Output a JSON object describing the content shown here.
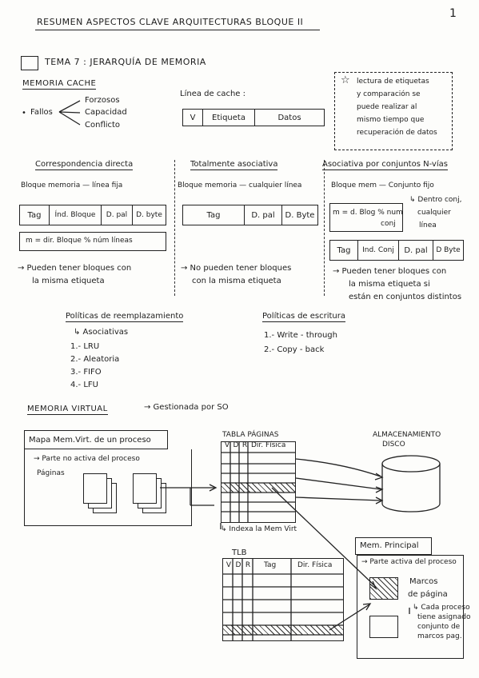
{
  "header": {
    "title": "RESUMEN ASPECTOS CLAVE ARQUITECTURAS BLOQUE II",
    "page_number": "1"
  },
  "tema": {
    "title": "TEMA 7 : JERARQUÍA DE MEMORIA"
  },
  "cache": {
    "heading": "MEMORIA CACHE",
    "fallos_label": "Fallos",
    "fallos": [
      "Forzosos",
      "Capacidad",
      "Conflicto"
    ],
    "linea_label": "Línea de cache :",
    "linea_fields": [
      "V",
      "Etiqueta",
      "Datos"
    ]
  },
  "note": {
    "star": "☆",
    "lines": [
      "lectura de etiquetas",
      "y comparación se",
      "puede realizar al",
      "mismo tiempo que",
      "recuperación de datos"
    ]
  },
  "columns": {
    "directa": {
      "heading": "Correspondencia directa",
      "mapping": "Bloque memoria — línea fija",
      "fields": [
        "Tag",
        "Índ. Bloque",
        "D. pal",
        "D. byte"
      ],
      "formula": "m = dir. Bloque % núm líneas",
      "note_lines": [
        "→ Pueden tener bloques con",
        "la misma etiqueta"
      ]
    },
    "asociativa": {
      "heading": "Totalmente asociativa",
      "mapping": "Bloque memoria — cualquier línea",
      "fields": [
        "Tag",
        "D. pal",
        "D. Byte"
      ],
      "note_lines": [
        "→ No pueden tener bloques",
        "con la misma etiqueta"
      ]
    },
    "conjuntos": {
      "heading": "Asociativa por conjuntos N-vías",
      "mapping": "Bloque mem — Conjunto fijo",
      "formula_lines": [
        "m = d. Blog % num",
        "conj"
      ],
      "dentro_lines": [
        "↳ Dentro conj,",
        "cualquier",
        "línea"
      ],
      "fields": [
        "Tag",
        "Ind. Conj",
        "D. pal",
        "D Byte"
      ],
      "note_lines": [
        "→ Pueden tener bloques con",
        "la misma etiqueta si",
        "están en conjuntos distintos"
      ]
    }
  },
  "reemplazo": {
    "heading": "Políticas de reemplazamiento",
    "sub": "↳ Asociativas",
    "items": [
      "1.- LRU",
      "2.- Aleatoria",
      "3.- FIFO",
      "4.- LFU"
    ]
  },
  "escritura": {
    "heading": "Políticas de escritura",
    "items": [
      "1.- Write - through",
      "2.- Copy - back"
    ]
  },
  "virtual": {
    "heading": "MEMORIA VIRTUAL",
    "arrow_text": "→ Gestionada por SO",
    "mapa_title": "Mapa Mem.Virt. de un proceso",
    "mapa_sub": "→ Parte no activa del proceso",
    "paginas": "Páginas",
    "tabla_title": "TABLA PÁGINAS",
    "tabla_cols": [
      "V",
      "D",
      "R",
      "Dir. Física"
    ],
    "tabla_caption": "↳ Indexa la Mem Virt",
    "disco_lines": [
      "ALMACENAMIENTO",
      "DISCO"
    ],
    "tlb_title": "TLB",
    "tlb_cols": [
      "V",
      "D",
      "R",
      "Tag",
      "Dir. Física"
    ],
    "memp_title": "Mem. Principal",
    "memp_sub": "→ Parte activa del proceso",
    "marcos_lines": [
      "Marcos",
      "de página"
    ],
    "marcos_note_lines": [
      "↳ Cada proceso",
      "tiene asignado",
      "conjunto de",
      "marcos pag."
    ]
  }
}
